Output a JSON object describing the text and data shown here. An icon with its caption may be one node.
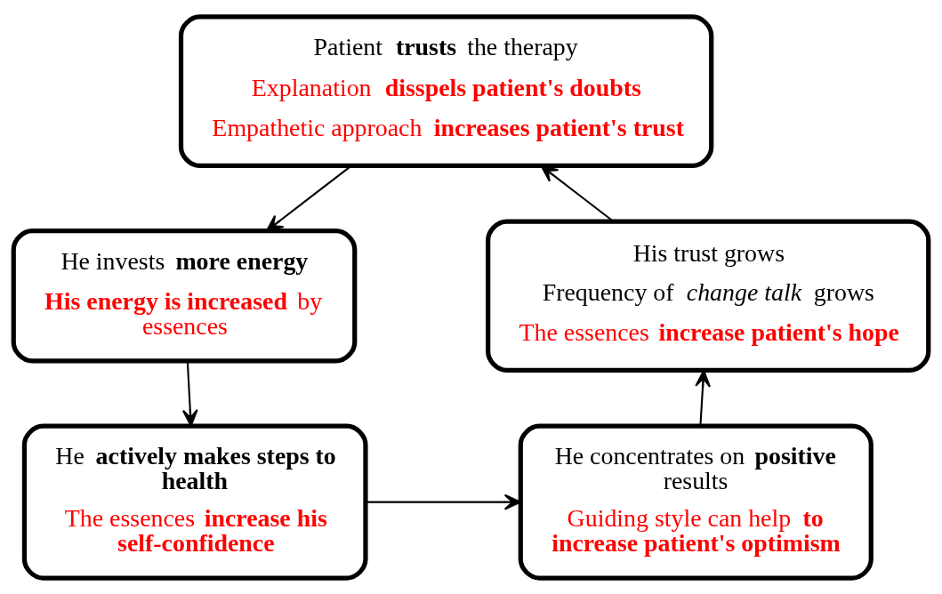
{
  "diagram": {
    "nodes": [
      {
        "text": [
          "Patient **trusts** the therapy",
          "Explanation **disspels patient's doubts**",
          "Empathetic approach **increases patient's trust**"
        ]
      },
      {
        "text": [
          "His trust grows",
          "Frequency of *change talk* grows",
          "The essences **increase patient's hope**"
        ]
      },
      {
        "text": [
          "He invests **more energy**",
          "**His energy is increased** by essences"
        ]
      },
      {
        "text": [
          "He concentrates on **positive** results",
          "Guiding style can help **to increase patient's optimism**"
        ]
      },
      {
        "text": [
          "He **actively makes steps to health**",
          "The essences **increase his self-confidence**"
        ]
      }
    ],
    "edges": [
      {
        "from": 0,
        "to": 2,
        "arrow": "to"
      },
      {
        "from": 2,
        "to": 4,
        "arrow": "to"
      },
      {
        "from": 4,
        "to": 3,
        "arrow": "to"
      },
      {
        "from": 3,
        "to": 1,
        "arrow": "to"
      },
      {
        "from": 1,
        "to": 0,
        "arrow": "to"
      }
    ]
  }
}
